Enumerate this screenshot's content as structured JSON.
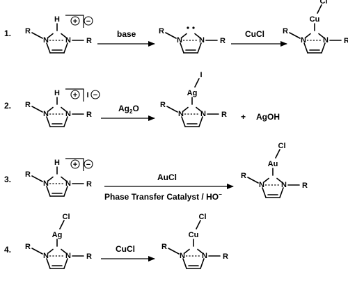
{
  "steps": [
    {
      "number": "1.",
      "reagent_above": "base",
      "reagent_below": "",
      "product_metal": "Cu",
      "product_ligand": "Cl",
      "byproduct": ""
    },
    {
      "number": "2.",
      "reagent_above": "Ag",
      "reagent_above_sub": "2",
      "reagent_above_tail": "O",
      "reagent_below": "",
      "product_metal": "Ag",
      "product_ligand": "I",
      "byproduct_plus": "+",
      "byproduct": "AgOH"
    },
    {
      "number": "3.",
      "reagent_above": "AuCl",
      "reagent_below": "Phase Transfer Catalyst / HO",
      "reagent_below_sup": "−",
      "product_metal": "Au",
      "product_ligand": "Cl",
      "byproduct": ""
    },
    {
      "number": "4.",
      "reagent_above": "CuCl",
      "reagent_below": "",
      "product_metal": "Cu",
      "product_ligand": "Cl",
      "byproduct": ""
    }
  ],
  "labels": {
    "r": "R",
    "n": "N",
    "h": "H",
    "plus": "+",
    "minus": "−",
    "iodide": "I",
    "cucl": "CuCl",
    "cu": "Cu",
    "cl": "Cl",
    "ag": "Ag",
    "au": "Au",
    "carbene_dots": "••"
  }
}
